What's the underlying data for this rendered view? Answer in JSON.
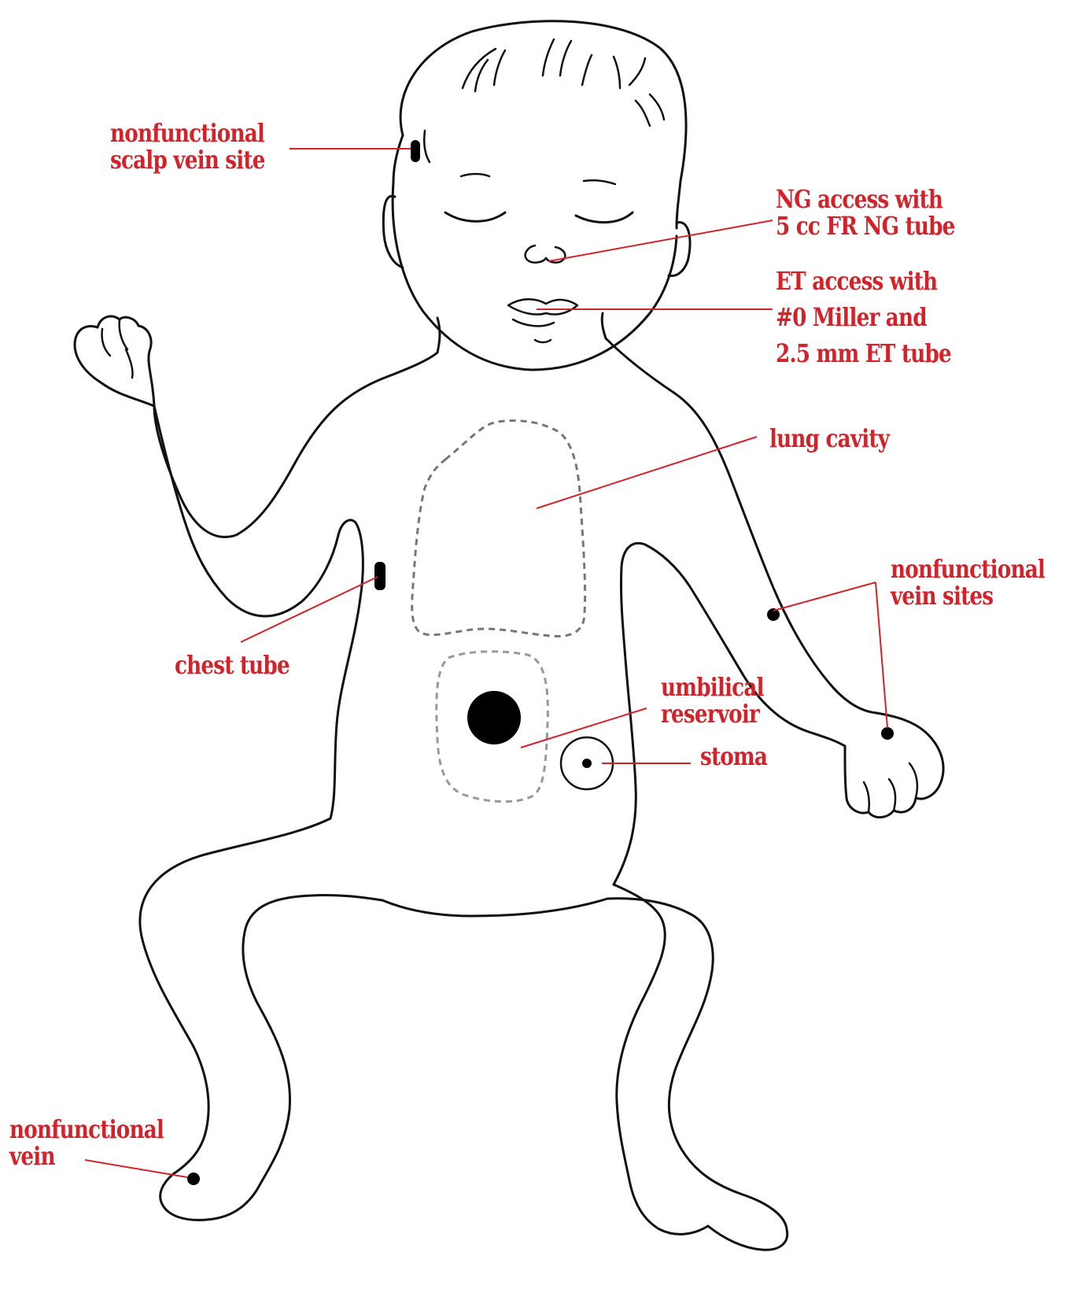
{
  "colors": {
    "label": "#d2232a",
    "outline": "#111111",
    "dashed_outline": "#777777",
    "marker": "#000000"
  },
  "labels": {
    "scalp": [
      "nonfunctional",
      "scalp vein site"
    ],
    "ng": [
      "NG access with",
      "5 cc FR NG tube"
    ],
    "et": [
      "ET access with",
      "#0 Miller and",
      "2.5 mm ET tube"
    ],
    "lung": [
      "lung cavity"
    ],
    "vein_sites": [
      "nonfunctional",
      "vein sites"
    ],
    "chest_tube": [
      "chest tube"
    ],
    "umbilical": [
      "umbilical",
      "reservoir"
    ],
    "stoma": [
      "stoma"
    ],
    "foot_vein": [
      "nonfunctional",
      "vein"
    ]
  }
}
